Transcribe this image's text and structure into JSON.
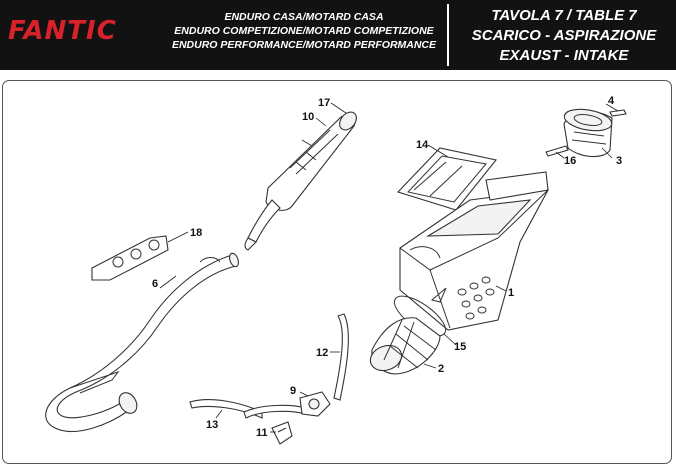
{
  "header": {
    "brand": "FANTIC",
    "brand_color": "#d8222a",
    "models": [
      "ENDURO CASA/MOTARD CASA",
      "ENDURO COMPETIZIONE/MOTARD COMPETIZIONE",
      "ENDURO PERFORMANCE/MOTARD PERFORMANCE"
    ],
    "table_title": [
      "TAVOLA 7  /  TABLE 7",
      "SCARICO - ASPIRAZIONE",
      "EXAUST - INTAKE"
    ]
  },
  "callouts": {
    "c1": "1",
    "c2": "2",
    "c3": "3",
    "c4": "4",
    "c6": "6",
    "c9": "9",
    "c10": "10",
    "c11": "11",
    "c12": "12",
    "c13": "13",
    "c14": "14",
    "c15": "15",
    "c16": "16",
    "c17": "17",
    "c18": "18"
  }
}
